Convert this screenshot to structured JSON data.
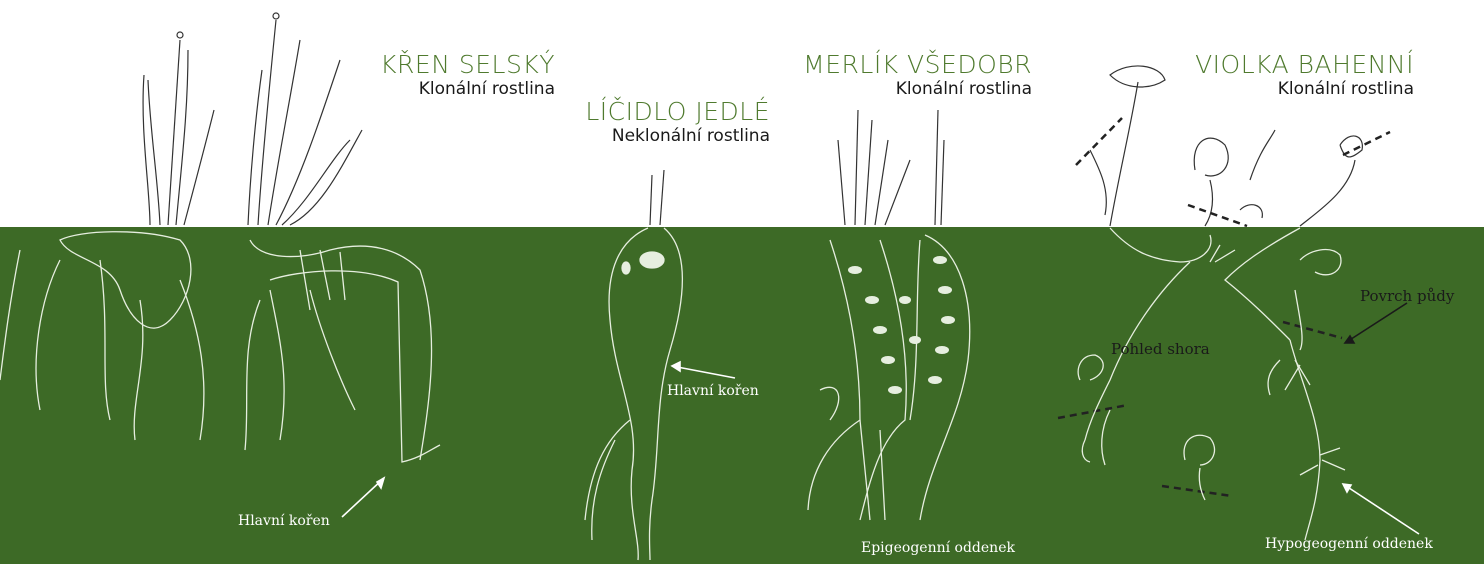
{
  "colors": {
    "soil": "#3d6a26",
    "title_green": "#4f7a2e",
    "line_light": "#e6eedf",
    "line_dark": "#333333"
  },
  "plants": [
    {
      "name": "KŘEN SELSKÝ",
      "type": "Klonální rostlina"
    },
    {
      "name": "LÍČIDLO JEDLÉ",
      "type": "Neklonální rostlina"
    },
    {
      "name": "MERLÍK VŠEDOBR",
      "type": "Klonální rostlina"
    },
    {
      "name": "VIOLKA BAHENNÍ",
      "type": "Klonální rostlina"
    }
  ],
  "labels": {
    "kren_root": "Hlavní kořen",
    "licidlo_root": "Hlavní kořen",
    "merlik_rhizome": "Epigeogenní oddenek",
    "violka_top_view": "Pohled shora",
    "violka_soil_surface": "Povrch půdy",
    "violka_rhizome": "Hypogeogenní oddenek"
  }
}
